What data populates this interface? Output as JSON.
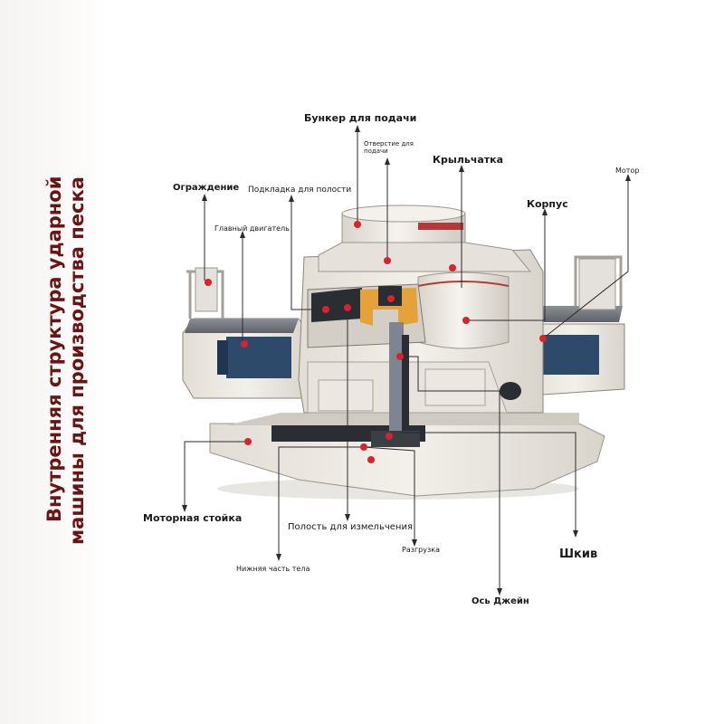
{
  "title_lines": [
    "Внутренняя структура ударной",
    "машины для производства песка"
  ],
  "labels": {
    "feed_hopper": "Бункер для подачи",
    "feed_opening": "Отверстие для подачи",
    "impeller": "Крыльчатка",
    "motor": "Мотор",
    "guard": "Ограждение",
    "cavity_liner": "Подкладка для полости",
    "main_motor": "Главный двигатель",
    "housing": "Корпус",
    "motor_stand": "Моторная стойка",
    "crushing_cavity": "Полость для измельчения",
    "discharge": "Разгрузка",
    "pulley": "Шкив",
    "lower_body": "Нижняя часть тела",
    "spindle": "Ось Джейн"
  },
  "colors": {
    "title": "#6b1414",
    "marker": "#d8232a",
    "machine_body": "#efece6",
    "machine_shadow": "#c9c5be",
    "dark_parts": "#2a2e33",
    "orange_parts": "#e6a23a",
    "blue_motor": "#2d4a6b"
  }
}
